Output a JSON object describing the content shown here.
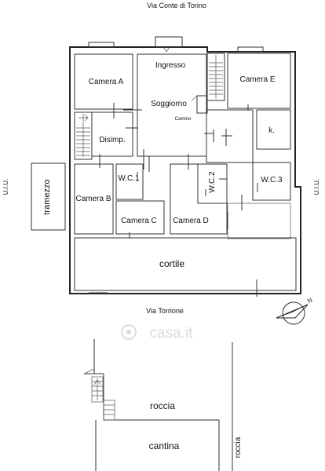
{
  "streets": {
    "top": "Via Conte di Torino",
    "bottom": "Via Torrione"
  },
  "side_labels": {
    "left": "U.I.U.",
    "right": "U.I.U."
  },
  "rooms": {
    "camera_a": "Camera A",
    "camera_b": "Camera B",
    "camera_c": "Camera C",
    "camera_d": "Camera D",
    "camera_e": "Camera E",
    "ingresso": "Ingresso",
    "soggiorno": "Soggiorno",
    "camino": "Camino",
    "disimp": "Disimp.",
    "wc1": "W.C.1",
    "wc2": "W.C.2",
    "wc3": "W.C.3",
    "kitchen": "k.",
    "cortile": "cortile",
    "tramezzo": "tramezzo"
  },
  "basement": {
    "roccia": "roccia",
    "roccia_side": "roccia",
    "cantina": "cantina"
  },
  "compass": {
    "north_label": "N"
  },
  "watermark": "casa.it"
}
